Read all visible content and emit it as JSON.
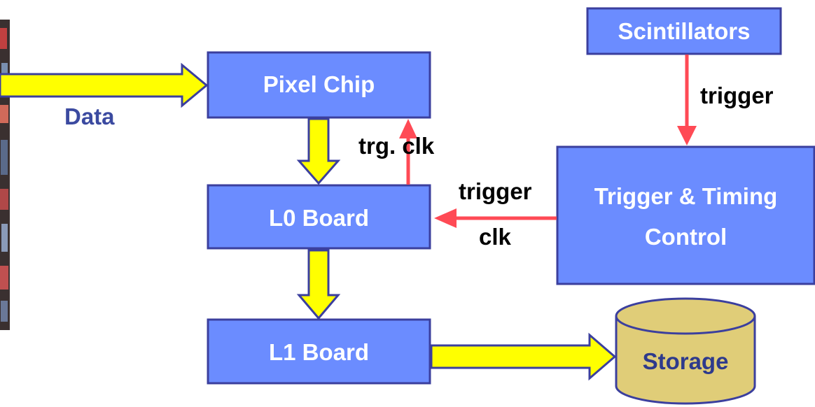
{
  "colors": {
    "box_fill": "#6b8cff",
    "box_stroke": "#3b3f9e",
    "data_arrow_fill": "#ffff00",
    "data_arrow_stroke": "#3b3f9e",
    "signal_arrow": "#ff4a55",
    "storage_fill": "#e0cd78",
    "storage_stroke": "#3b3f9e",
    "data_text": "#3b4aa0"
  },
  "nodes": {
    "pixel_chip": "Pixel Chip",
    "l0_board": "L0 Board",
    "l1_board": "L1 Board",
    "scintillators": "Scintillators",
    "ttc_line1": "Trigger & Timing",
    "ttc_line2": "Control",
    "storage": "Storage"
  },
  "edges": {
    "data": "Data",
    "trg_clk": "trg. clk",
    "trigger_scint": "trigger",
    "trigger_ttc": "trigger",
    "clk_ttc": "clk"
  },
  "icons": {
    "photo_strip": "detector-photo-icon"
  }
}
